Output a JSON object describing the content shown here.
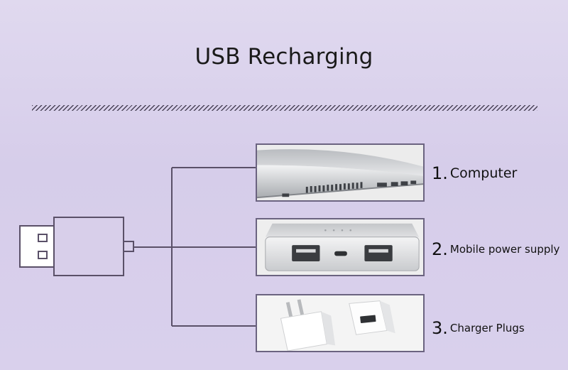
{
  "header": {
    "title": "USB Recharging"
  },
  "items": [
    {
      "number": "1.",
      "label": "Computer",
      "icon": "laptop-icon"
    },
    {
      "number": "2.",
      "label": "Mobile power supply",
      "icon": "power-bank-icon"
    },
    {
      "number": "3.",
      "label": "Charger Plugs",
      "icon": "wall-charger-icon"
    }
  ],
  "colors": {
    "line": "#5a5068",
    "background": "#dcd4ee",
    "frame": "#6b6380"
  }
}
